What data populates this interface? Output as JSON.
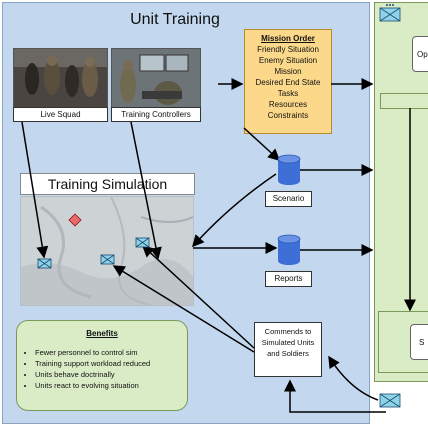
{
  "panel": {
    "title": "Unit Training"
  },
  "photos": {
    "live_squad": "Live Squad",
    "training_controllers": "Training Controllers"
  },
  "mission_order": {
    "title": "Mission Order",
    "items": [
      "Friendly Situation",
      "Enemy Situation",
      "Mission",
      "Desired End State",
      "Tasks",
      "Resources",
      "Constraints"
    ]
  },
  "scenario": {
    "label": "Scenario"
  },
  "reports": {
    "label": "Reports"
  },
  "simulation": {
    "title": "Training Simulation"
  },
  "commands": {
    "label": "Commends to Simulated Units and Soldiers"
  },
  "benefits": {
    "title": "Benefits",
    "items": [
      "Fewer personnel to control sim",
      "Training support workload reduced",
      "Units behave doctrinally",
      "Units react to evolving situation"
    ]
  },
  "right_panel": {
    "box_top_partial": "Op",
    "box_bottom_partial": "S"
  },
  "colors": {
    "panel_bg": "#c3d8ee",
    "mission_bg": "#fcd98a",
    "benefits_bg": "#d9ecc6",
    "database_blue": "#3d6fd6"
  }
}
